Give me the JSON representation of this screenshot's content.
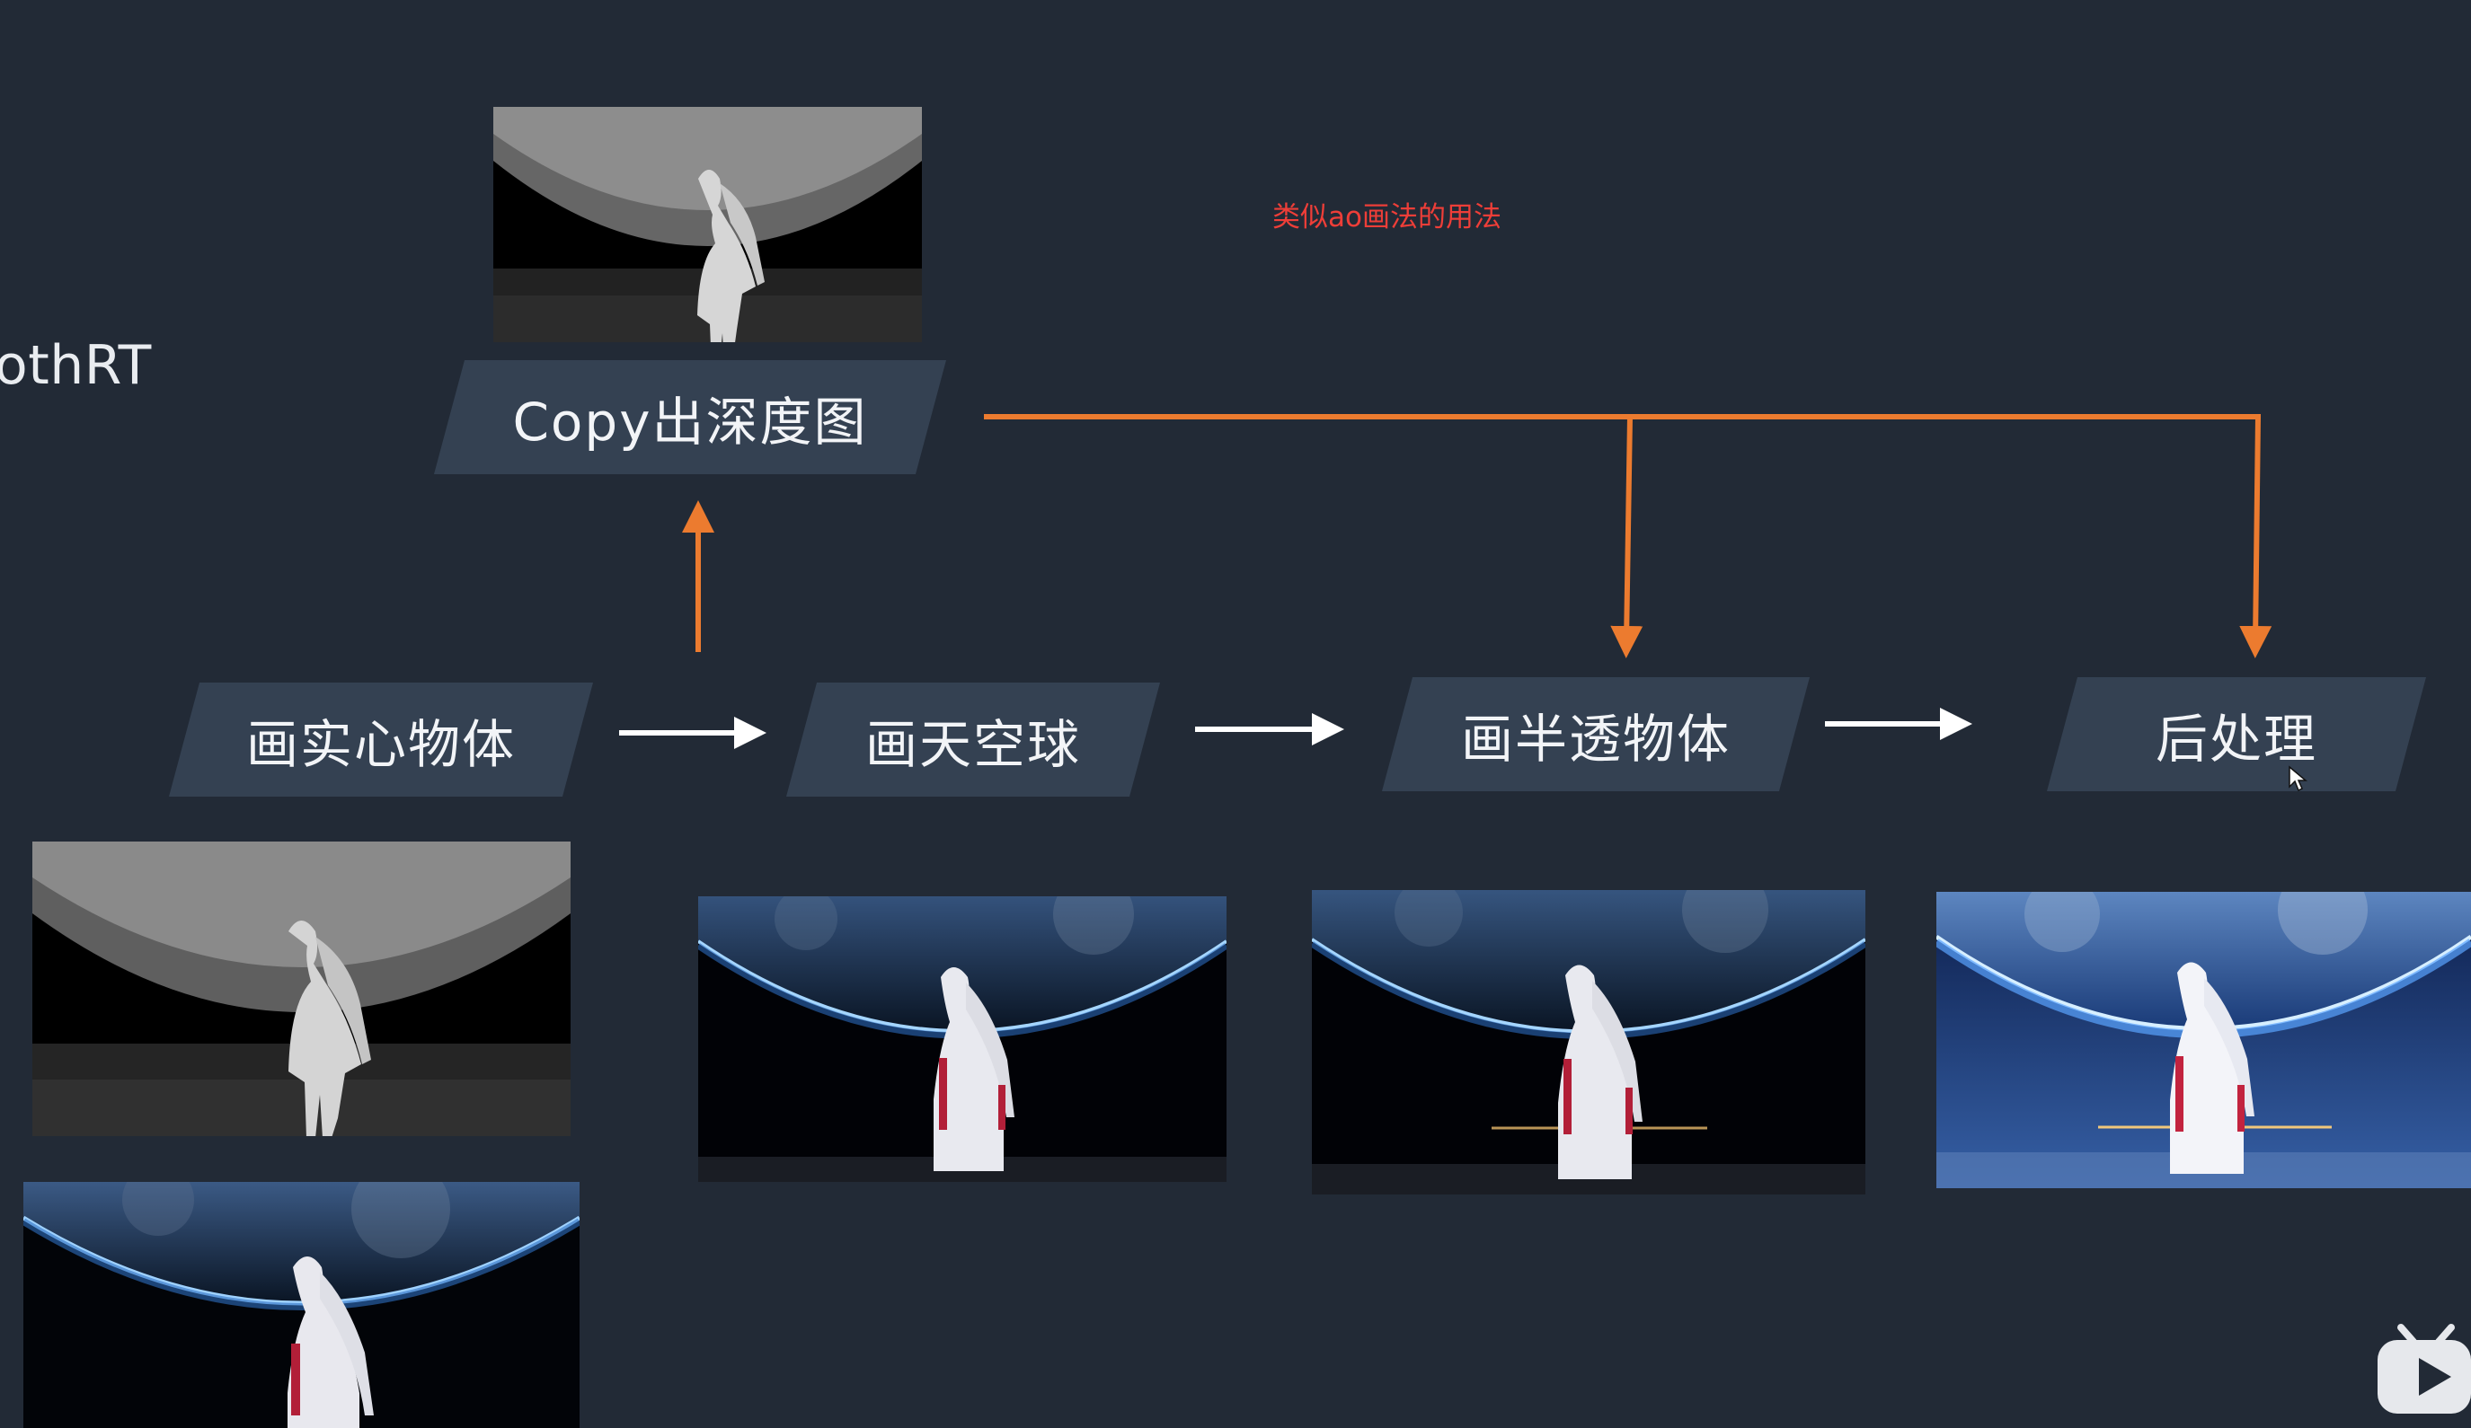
{
  "left_cut_text": "othRT",
  "note": "类似ao画法的用法",
  "nodes": {
    "copy_depth": "Copy出深度图",
    "draw_opaque": "画实心物体",
    "draw_skybox": "画天空球",
    "draw_transparent": "画半透物体",
    "post_process": "后处理"
  },
  "colors": {
    "background": "#222a36",
    "node_fill": "#344152",
    "orange_arrow": "#ec7b2f",
    "white_arrow": "#ffffff",
    "note_text": "#ee3e38"
  },
  "thumbnails": [
    {
      "name": "depth-map-top",
      "kind": "depth"
    },
    {
      "name": "depth-map-left",
      "kind": "depth"
    },
    {
      "name": "opaque-render",
      "kind": "scene-dark"
    },
    {
      "name": "skybox-render",
      "kind": "scene-dark"
    },
    {
      "name": "transparent-render",
      "kind": "scene-dark"
    },
    {
      "name": "post-process-render",
      "kind": "scene-bright"
    }
  ]
}
